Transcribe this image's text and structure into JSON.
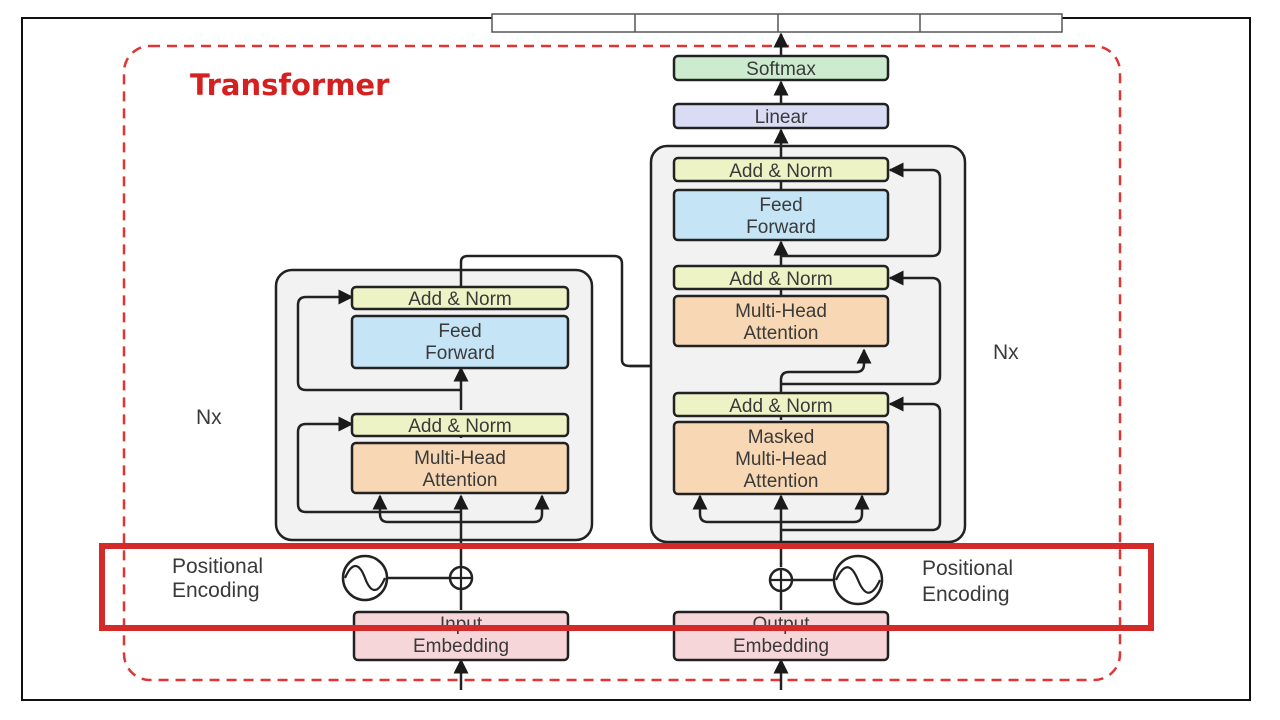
{
  "title": "Transformer",
  "encoder": {
    "repeat_label": "Nx",
    "add_norm_top": "Add & Norm",
    "feed_forward": [
      "Feed",
      "Forward"
    ],
    "add_norm_bottom": "Add & Norm",
    "attention": [
      "Multi-Head",
      "Attention"
    ],
    "positional_encoding": [
      "Positional",
      "Encoding"
    ],
    "embedding": [
      "Input",
      "Embedding"
    ]
  },
  "decoder": {
    "repeat_label": "Nx",
    "add_norm_top": "Add & Norm",
    "feed_forward": [
      "Feed",
      "Forward"
    ],
    "add_norm_mid": "Add & Norm",
    "cross_attention": [
      "Multi-Head",
      "Attention"
    ],
    "add_norm_bottom": "Add & Norm",
    "masked_attention": [
      "Masked",
      "Multi-Head",
      "Attention"
    ],
    "positional_encoding": [
      "Positional",
      "Encoding"
    ],
    "embedding": [
      "Output",
      "Embedding"
    ],
    "linear": "Linear",
    "softmax": "Softmax"
  },
  "colors": {
    "title": "#d42020",
    "dashed_border": "#e03535",
    "highlight_box": "#d42a2a",
    "add_norm": "#eef3c6",
    "feed_forward": "#c5e4f5",
    "attention": "#f8d8b4",
    "embedding": "#f6d6d9",
    "linear": "#dadcf5",
    "softmax": "#cdeccf",
    "stack_bg": "#f2f2f2"
  }
}
